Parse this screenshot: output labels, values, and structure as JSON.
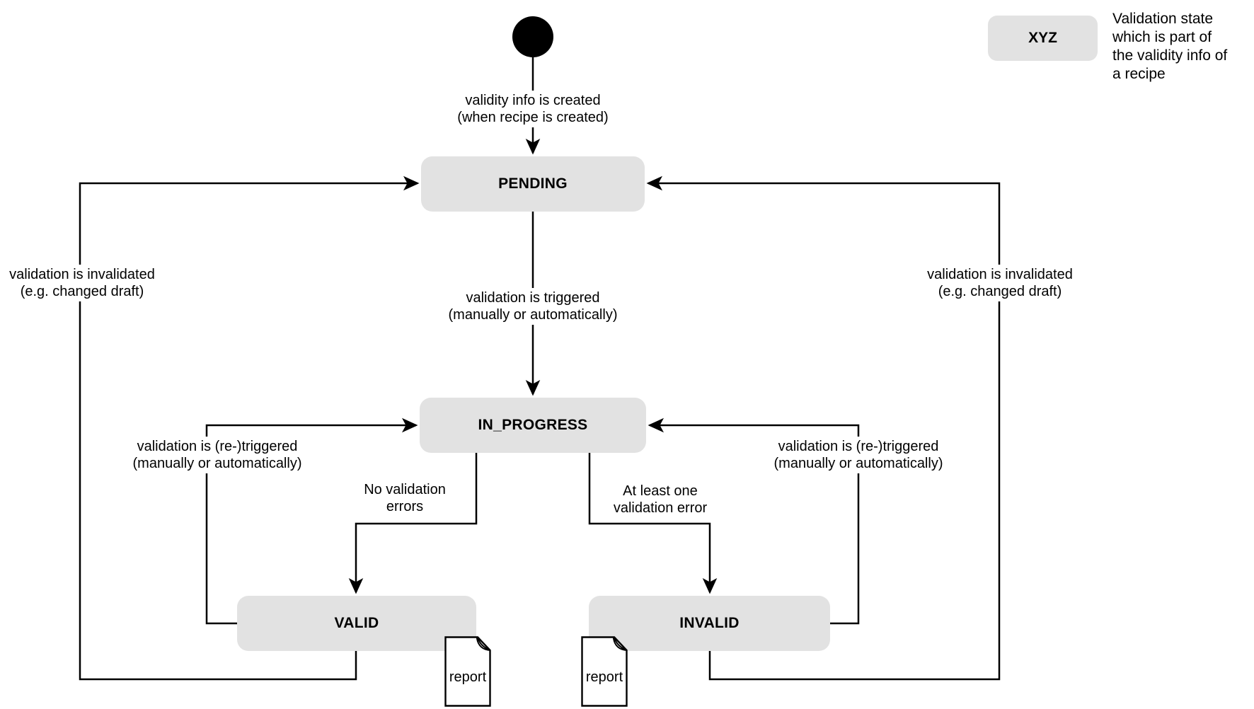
{
  "colors": {
    "state_fill": "#e2e2e2",
    "line": "#000000",
    "canvas_bg": "#ffffff"
  },
  "states": [
    {
      "id": "pending",
      "label": "PENDING"
    },
    {
      "id": "in_progress",
      "label": "IN_PROGRESS"
    },
    {
      "id": "valid",
      "label": "VALID"
    },
    {
      "id": "invalid",
      "label": "INVALID"
    }
  ],
  "transitions": [
    {
      "from": "initial",
      "to": "PENDING",
      "label_line1": "validity info is created",
      "label_line2": "(when recipe is created)"
    },
    {
      "from": "PENDING",
      "to": "IN_PROGRESS",
      "label_line1": "validation is triggered",
      "label_line2": "(manually or automatically)"
    },
    {
      "from": "IN_PROGRESS",
      "to": "VALID",
      "label_line1": "No validation",
      "label_line2": "errors"
    },
    {
      "from": "IN_PROGRESS",
      "to": "INVALID",
      "label_line1": "At least one",
      "label_line2": "validation error"
    },
    {
      "from": "VALID",
      "to": "IN_PROGRESS",
      "label_line1": "validation is (re-)triggered",
      "label_line2": "(manually or automatically)"
    },
    {
      "from": "INVALID",
      "to": "IN_PROGRESS",
      "label_line1": "validation is (re-)triggered",
      "label_line2": "(manually or automatically)"
    },
    {
      "from": "VALID",
      "to": "PENDING",
      "label_line1": "validation is invalidated",
      "label_line2": "(e.g. changed draft)"
    },
    {
      "from": "INVALID",
      "to": "PENDING",
      "label_line1": "validation is invalidated",
      "label_line2": "(e.g. changed draft)"
    }
  ],
  "artifacts": [
    {
      "label": "report"
    },
    {
      "label": "report"
    }
  ],
  "legend": {
    "sample_label": "XYZ",
    "description_line1": "Validation state",
    "description_line2": "which is part of",
    "description_line3": "the validity info of",
    "description_line4": "a recipe"
  }
}
